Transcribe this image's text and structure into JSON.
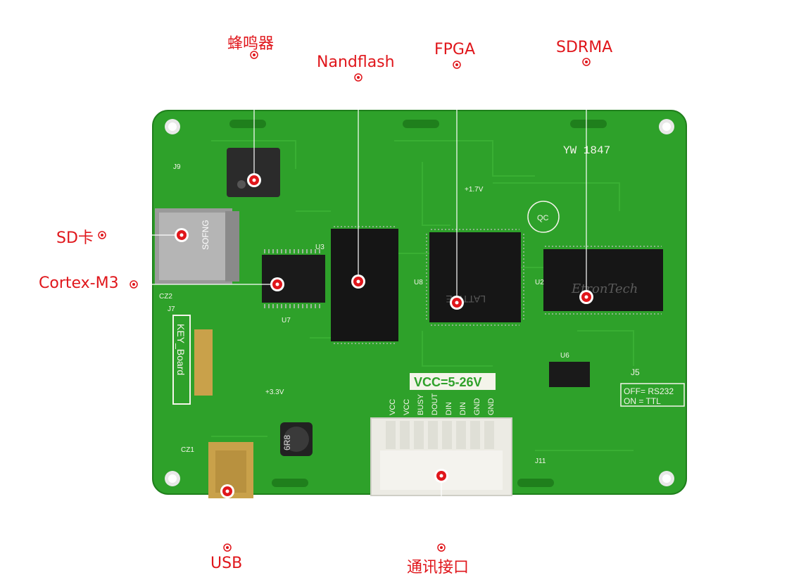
{
  "labels": {
    "buzzer": "蜂鸣器",
    "nandflash": "Nandflash",
    "fpga": "FPGA",
    "sdram": "SDRMA",
    "sdcard": "SD卡",
    "cortex": "Cortex-M3",
    "usb": "USB",
    "comm": "通讯接口"
  },
  "board": {
    "vcc_text": "VCC=5-26V",
    "key_board": "KEY_Board",
    "off_text": "OFF= RS232",
    "on_text": "ON = TTL",
    "j5": "J5",
    "yw": "YW 1847",
    "connector_pins": [
      "VCC",
      "VCC",
      "BUSY",
      "DOUT",
      "DIN",
      "DIN",
      "GND",
      "GND"
    ],
    "chip_u2": "U2",
    "chip_u3": "U3",
    "chip_u6": "U6",
    "chip_u7": "U7",
    "chip_u8": "U8",
    "qc": "QC",
    "inductor": "6R8",
    "v33": "+3.3V",
    "v17": "+1.7V",
    "j9": "J9",
    "j7": "J7",
    "j11": "J11",
    "cz1": "CZ1",
    "cz2": "CZ2",
    "sofng": "SOFNG",
    "brand_u2": "EtronTech",
    "lattice": "LATTICE"
  },
  "colors": {
    "pcb": "#2ea12a",
    "pcb_dark": "#1f7f1c",
    "label_red": "#e0161b",
    "silk": "#f4f4ea",
    "chip": "#1a1a1a"
  }
}
